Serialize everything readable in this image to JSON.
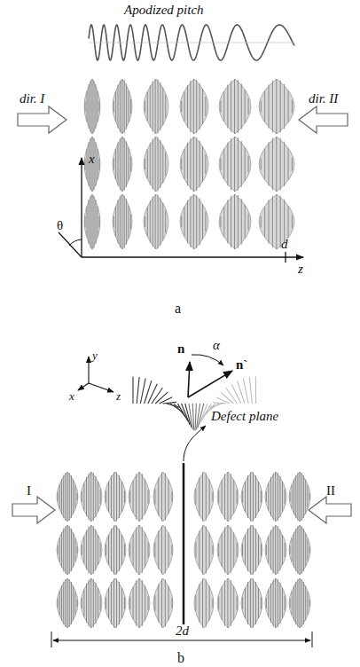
{
  "diagram": {
    "labels": [
      "Apodized pitch",
      "dir. I",
      "dir. II",
      "x",
      "θ",
      "z",
      "d",
      "a",
      "n",
      "α",
      "n`",
      "y",
      "x",
      "z",
      "Defect plane",
      "I",
      "II",
      "2d",
      "b"
    ]
  }
}
